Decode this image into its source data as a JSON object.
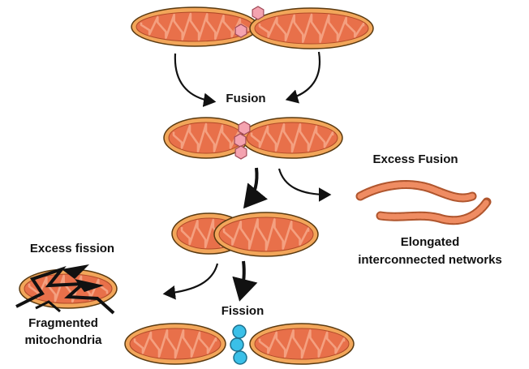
{
  "labels": {
    "fusion": "Fusion",
    "excess_fusion": "Excess Fusion",
    "elongated_line1": "Elongated",
    "elongated_line2": "interconnected networks",
    "excess_fission": "Excess fission",
    "fragmented_line1": "Fragmented",
    "fragmented_line2": "mitochondria",
    "fission": "Fission"
  },
  "colors": {
    "outer_membrane": "#f2a65a",
    "outline": "#5a3a10",
    "matrix": "#e8704a",
    "cristae": "#f4a080",
    "fusion_protein": "#f4a3b0",
    "fission_protein": "#3ac0e8",
    "arrow": "#111111"
  }
}
